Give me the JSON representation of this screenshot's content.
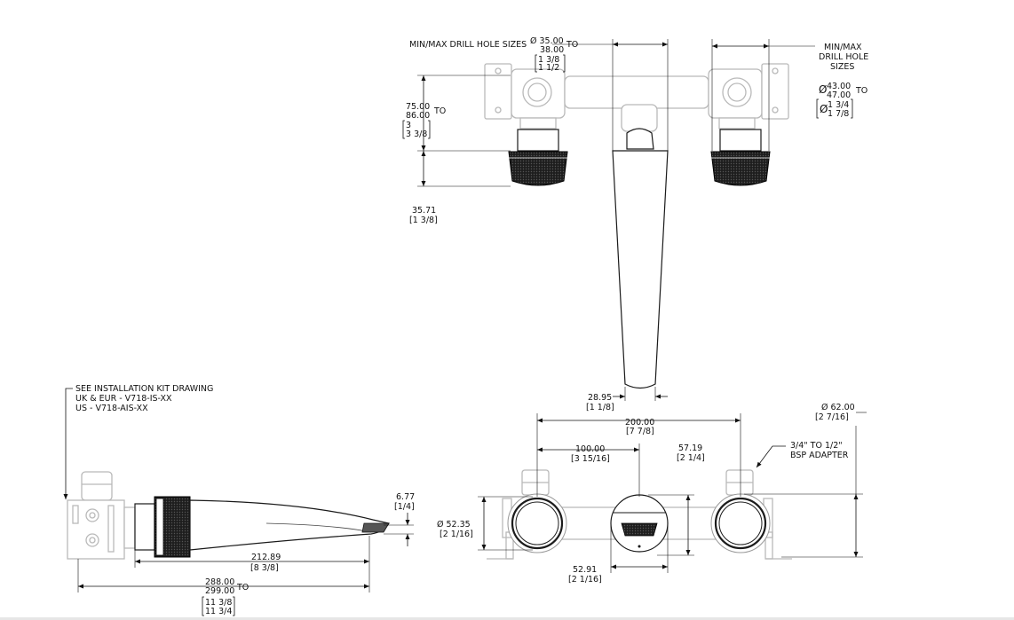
{
  "top_view": {
    "drill_left_label": "MIN/MAX DRILL HOLE SIZES",
    "drill_left_mm_1": "Ø 35.00",
    "drill_left_mm_2": "38.00",
    "drill_left_to": "TO",
    "drill_left_in_1": "1 3/8",
    "drill_left_in_2": "1 1/2",
    "drill_right_label_1": "MIN/MAX",
    "drill_right_label_2": "DRILL HOLE",
    "drill_right_label_3": "SIZES",
    "drill_right_mm_1": "43.00",
    "drill_right_mm_2": "47.00",
    "drill_right_to": "TO",
    "drill_right_in_1": "1 3/4",
    "drill_right_in_2": "1 7/8",
    "diameter_symbol": "Ø",
    "depth_mm_1": "75.00",
    "depth_mm_2": "86.00",
    "depth_to": "TO",
    "depth_in_1": "3",
    "depth_in_2": "3 3/8",
    "handle_mm": "35.71",
    "handle_in": "[1 3/8]",
    "spout_tip_mm": "28.95",
    "spout_tip_in": "[1 1/8]"
  },
  "side_view": {
    "note_1": "SEE INSTALLATION KIT DRAWING",
    "note_2": "UK & EUR - V718-IS-XX",
    "note_3": "US - V718-AIS-XX",
    "lip_mm": "6.77",
    "lip_in": "[1/4]",
    "reach_mm": "212.89",
    "reach_in": "[8 3/8]",
    "overall_mm_1": "288.00",
    "overall_mm_2": "299.00",
    "overall_to": "TO",
    "overall_in_1": "11 3/8",
    "overall_in_2": "11 3/4"
  },
  "front_view": {
    "centers_mm": "200.00",
    "centers_in": "[7 7/8]",
    "half_mm": "100.00",
    "half_in": "[3 15/16]",
    "spout_h_mm": "57.19",
    "spout_h_in": "[2 1/4]",
    "handle_dia_mm": "Ø 52.35",
    "handle_dia_in": "[2 1/16]",
    "spout_w_mm": "52.91",
    "spout_w_in": "[2 1/16]",
    "flange_dia_mm": "Ø 62.00",
    "flange_dia_in": "[2 7/16]",
    "adapter_1": "3/4\" TO 1/2\"",
    "adapter_2": "BSP ADAPTER"
  }
}
